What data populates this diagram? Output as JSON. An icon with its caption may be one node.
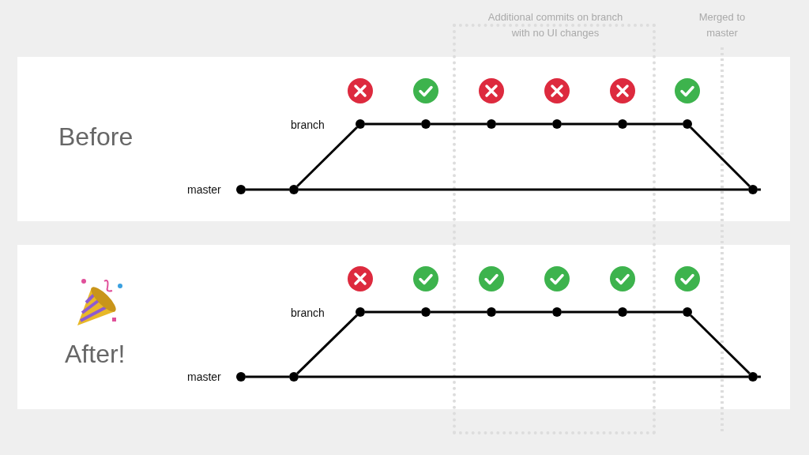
{
  "diagram": {
    "nodes": [
      {
        "text": [
          "Before"
        ]
      },
      {
        "text": [],
        "shape": "circle",
        "in": 0
      },
      {
        "text": [],
        "shape": "circle",
        "in": 0
      },
      {
        "text": [],
        "shape": "circle",
        "in": 0
      },
      {
        "text": [],
        "shape": "circle",
        "in": 0
      },
      {
        "text": [],
        "shape": "circle",
        "in": 0
      },
      {
        "text": [],
        "shape": "circle",
        "in": 0
      },
      {
        "text": [],
        "shape": "circle",
        "in": 0
      },
      {
        "text": [],
        "shape": "circle",
        "in": 0
      },
      {
        "text": [],
        "shape": "circle",
        "in": 0
      },
      {
        "text": [
          "After!"
        ]
      },
      {
        "text": [],
        "shape": "circle",
        "in": 10
      },
      {
        "text": [],
        "shape": "circle",
        "in": 10
      },
      {
        "text": [],
        "shape": "circle",
        "in": 10
      },
      {
        "text": [],
        "shape": "circle",
        "in": 10
      },
      {
        "text": [],
        "shape": "circle",
        "in": 10
      },
      {
        "text": [],
        "shape": "circle",
        "in": 10
      },
      {
        "text": [],
        "shape": "circle",
        "in": 10
      },
      {
        "text": [],
        "shape": "circle",
        "in": 10
      },
      {
        "text": [],
        "shape": "circle",
        "in": 10
      }
    ],
    "edges": [
      {
        "from": 1,
        "to": 2,
        "arrow": "none"
      },
      {
        "from": 2,
        "to": 3,
        "arrow": "none"
      },
      {
        "from": 3,
        "to": 4,
        "arrow": "none"
      },
      {
        "from": 4,
        "to": 5,
        "arrow": "none"
      },
      {
        "from": 5,
        "to": 6,
        "arrow": "none"
      },
      {
        "from": 6,
        "to": 7,
        "arrow": "none"
      },
      {
        "from": 7,
        "to": 8,
        "arrow": "none"
      },
      {
        "from": 8,
        "to": 9,
        "arrow": "none"
      },
      {
        "from": 2,
        "to": 9,
        "arrow": "none"
      },
      {
        "from": 9,
        "to": null,
        "arrow": "none"
      },
      {
        "from": 11,
        "to": 12,
        "arrow": "none"
      },
      {
        "from": 12,
        "to": 13,
        "arrow": "none"
      },
      {
        "from": 13,
        "to": 14,
        "arrow": "none"
      },
      {
        "from": 14,
        "to": 15,
        "arrow": "none"
      },
      {
        "from": 15,
        "to": 16,
        "arrow": "none"
      },
      {
        "from": 16,
        "to": 17,
        "arrow": "none"
      },
      {
        "from": 17,
        "to": 18,
        "arrow": "none"
      },
      {
        "from": 18,
        "to": 19,
        "arrow": "none"
      },
      {
        "from": 12,
        "to": 19,
        "arrow": "none"
      },
      {
        "from": 19,
        "to": null,
        "arrow": "none"
      }
    ],
    "labels": [
      "Additional commits on branch with no UI changes",
      "Merged to master",
      "branch",
      "master",
      "branch",
      "master"
    ]
  }
}
